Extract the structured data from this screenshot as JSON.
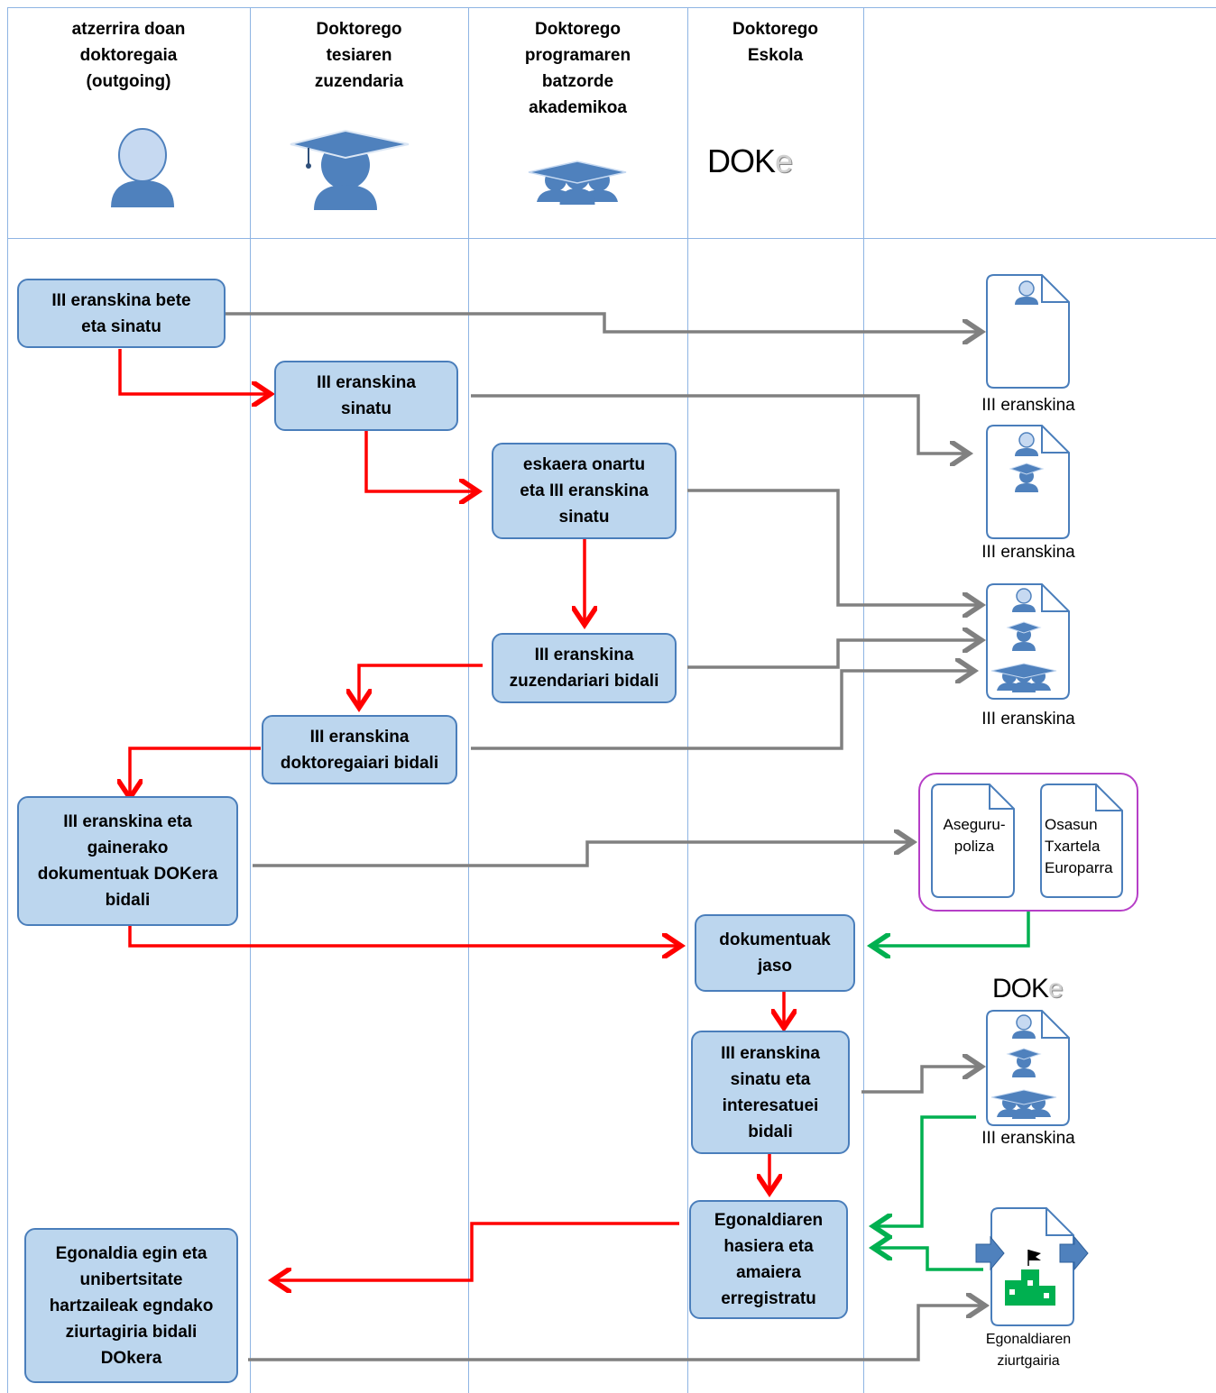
{
  "lanes": [
    {
      "title": "atzerrira doan doktoregaia (outgoing)",
      "lines": [
        "atzerrira doan",
        "doktoregaia",
        "(outgoing)"
      ],
      "icon": "student-avatar-icon"
    },
    {
      "title": "Doktorego tesiaren zuzendaria",
      "lines": [
        "Doktorego",
        "tesiaren",
        "zuzendaria"
      ],
      "icon": "graduation-cap-person-icon"
    },
    {
      "title": "Doktorego programaren batzorde akademikoa",
      "lines": [
        "Doktorego",
        "programaren",
        "batzorde",
        "akademikoa"
      ],
      "icon": "committee-group-icon"
    },
    {
      "title": "Doktorego Eskola",
      "lines": [
        "Doktorego",
        "Eskola"
      ],
      "icon": "doke-logo"
    }
  ],
  "logo": {
    "main": "DOK",
    "accent": "e"
  },
  "steps": {
    "s1": [
      "III eranskina bete",
      "eta sinatu"
    ],
    "s2": [
      "III eranskina",
      "sinatu"
    ],
    "s3": [
      "eskaera onartu",
      "eta III eranskina",
      "sinatu"
    ],
    "s4": [
      "III eranskina",
      "zuzendariari bidali"
    ],
    "s5": [
      "III eranskina",
      "doktoregaiari bidali"
    ],
    "s6": [
      "III eranskina eta",
      "gainerako",
      "dokumentuak DOKera",
      "bidali"
    ],
    "s7": [
      "dokumentuak",
      "jaso"
    ],
    "s8": [
      "III eranskina",
      "sinatu eta",
      "interesatuei",
      "bidali"
    ],
    "s9": [
      "Egonaldiaren",
      "hasiera eta",
      "amaiera",
      "erregistratu"
    ],
    "s10": [
      "Egonaldia egin eta",
      "unibertsitate",
      "hartzaileak egndako",
      "ziurtagiria bidali",
      "DOkera"
    ]
  },
  "documents": {
    "annex_label": "III eranskina",
    "insurance": [
      "Aseguru-",
      "poliza"
    ],
    "health_card": [
      "Osasun",
      "Txartela",
      "Europarra"
    ],
    "certificate": [
      "Egonaldiaren",
      "ziurtgairia"
    ]
  },
  "colors": {
    "lane_line": "#8eb4e3",
    "box_fill": "#bcd6ee",
    "box_border": "#4a7ebb",
    "flow_red": "#ff0000",
    "flow_gray": "#808080",
    "flow_green": "#00b050",
    "icon_blue": "#4f81bd",
    "attach_frame": "#b63fc7"
  }
}
